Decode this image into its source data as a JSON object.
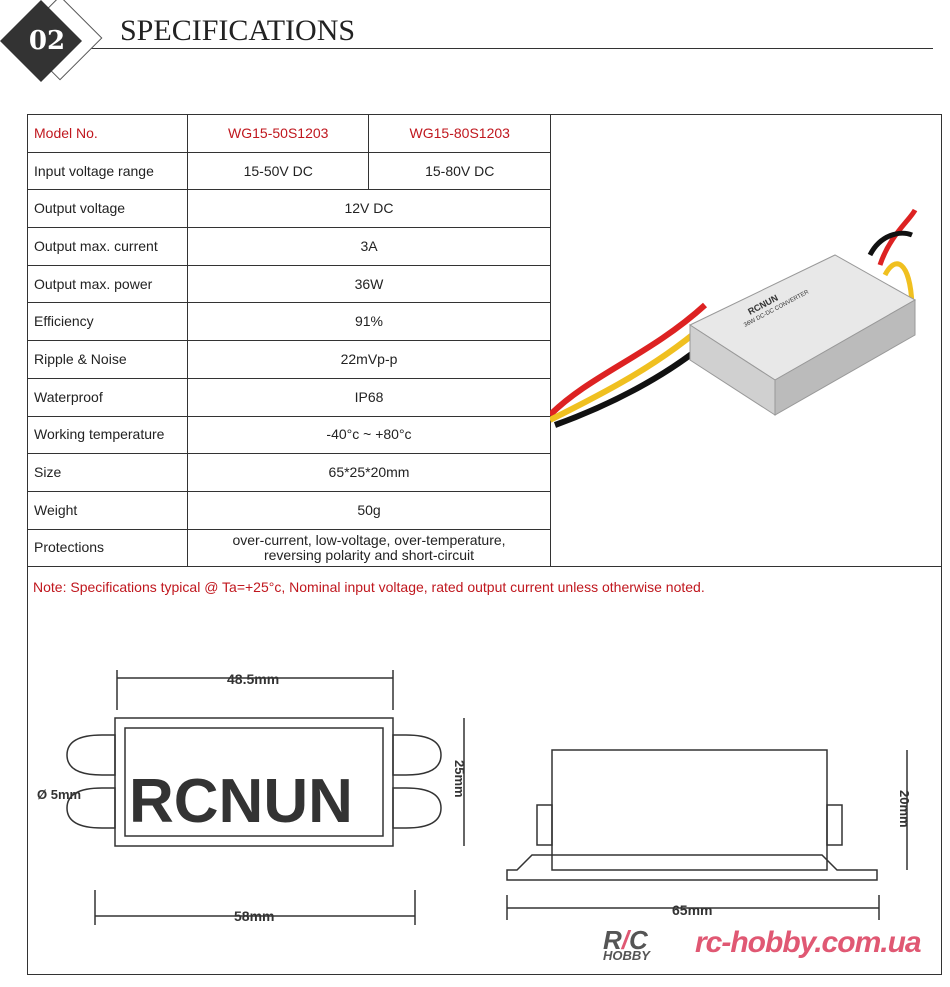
{
  "header": {
    "number": "02",
    "title": "SPECIFICATIONS"
  },
  "table": {
    "header": {
      "label": "Model No.",
      "models": [
        "WG15-50S1203",
        "WG15-80S1203"
      ]
    },
    "input": {
      "label": "Input voltage range",
      "values": [
        "15-50V DC",
        "15-80V DC"
      ]
    },
    "rows": [
      {
        "label": "Output voltage",
        "value": "12V DC"
      },
      {
        "label": "Output max. current",
        "value": "3A"
      },
      {
        "label": "Output max. power",
        "value": "36W"
      },
      {
        "label": "Efficiency",
        "value": "91%"
      },
      {
        "label": "Ripple & Noise",
        "value": "22mVp-p"
      },
      {
        "label": "Waterproof",
        "value": "IP68"
      },
      {
        "label": "Working temperature",
        "value": "-40°c ~ +80°c"
      },
      {
        "label": "Size",
        "value": "65*25*20mm"
      },
      {
        "label": "Weight",
        "value": "50g"
      },
      {
        "label": "Protections",
        "value": "over-current, low-voltage, over-temperature,",
        "value2": "reversing polarity and short-circuit"
      }
    ]
  },
  "note": "Note: Specifications typical @ Ta=+25°c, Nominal input voltage, rated output current unless otherwise noted.",
  "diagram": {
    "top_width": "48.5mm",
    "diameter": "Ø 5mm",
    "brand": "RCNUN",
    "height": "25mm",
    "bottom_width": "58mm",
    "side_height": "20mm",
    "side_width": "65mm"
  },
  "product": {
    "brand": "RCNUN",
    "subtitle": "36W DC-DC CONVERTER"
  },
  "watermark": {
    "logo_text": "R/C HOBBY",
    "site": "rc-hobby.com.ua"
  },
  "colors": {
    "accent": "#c0171e",
    "watermark": "#e05873"
  }
}
